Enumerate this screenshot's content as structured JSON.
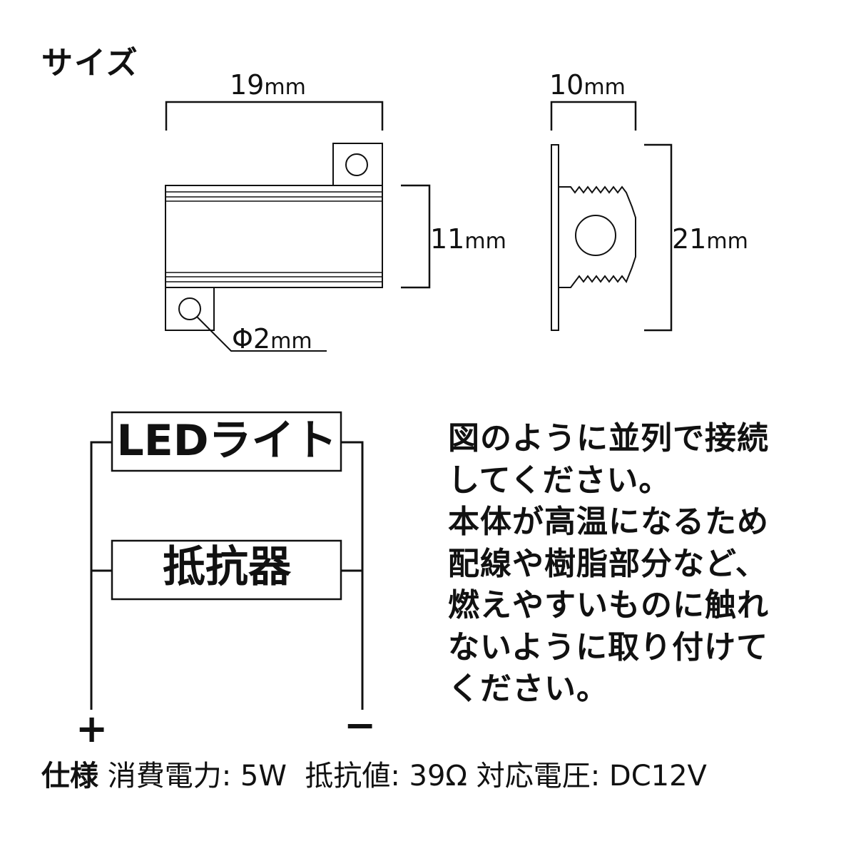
{
  "title": "サイズ",
  "dimensions": {
    "width_front": {
      "value": "19",
      "unit": "mm"
    },
    "depth_side": {
      "value": "10",
      "unit": "mm"
    },
    "height_body": {
      "value": "11",
      "unit": "mm"
    },
    "height_total": {
      "value": "21",
      "unit": "mm"
    },
    "hole_diameter": {
      "value": "Φ2",
      "unit": "mm"
    }
  },
  "circuit": {
    "led_label": "LEDライト",
    "resistor_label": "抵抗器",
    "plus": "+",
    "minus": "−"
  },
  "instructions": [
    "図のように並列で接続",
    "してください。",
    "本体が高温になるため",
    "配線や樹脂部分など、",
    "燃えやすいものに触れ",
    "ないように取り付けて",
    "ください。"
  ],
  "spec": {
    "heading": "仕様",
    "text": "消費電力: 5W  抵抗値: 39Ω 対応電圧: DC12V"
  }
}
